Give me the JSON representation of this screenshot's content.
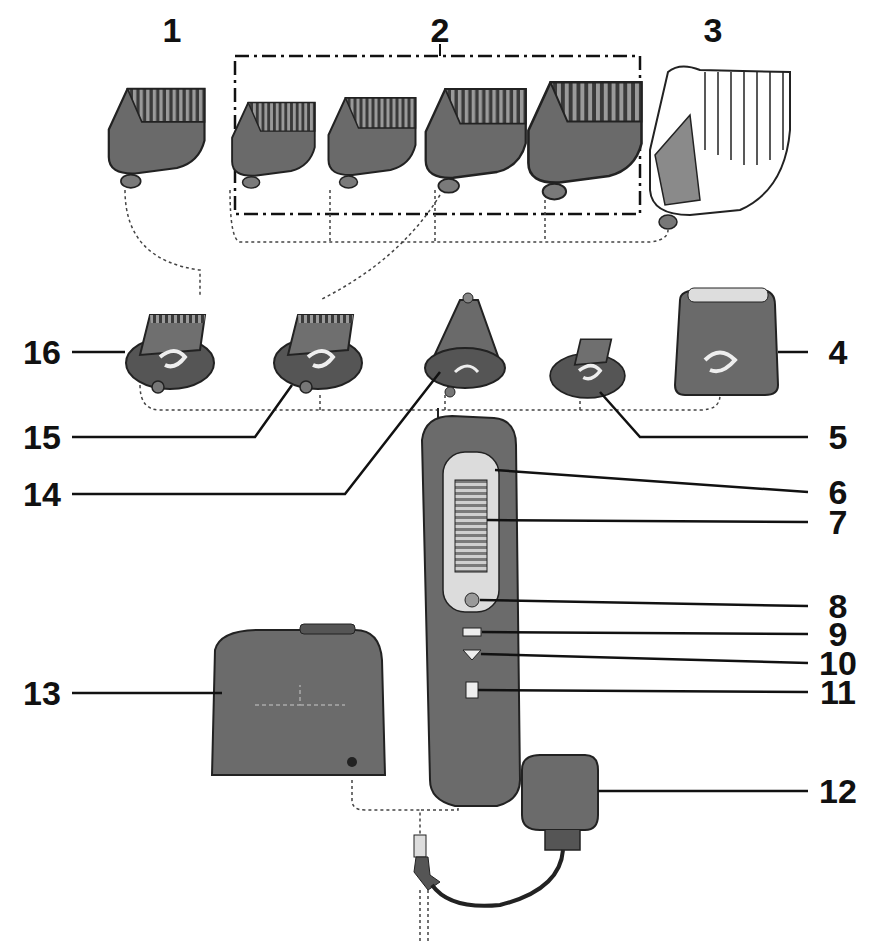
{
  "diagram": {
    "labels": [
      "1",
      "2",
      "3",
      "16",
      "4",
      "15",
      "5",
      "14",
      "6",
      "7",
      "8",
      "9",
      "10",
      "13",
      "11",
      "12"
    ]
  }
}
